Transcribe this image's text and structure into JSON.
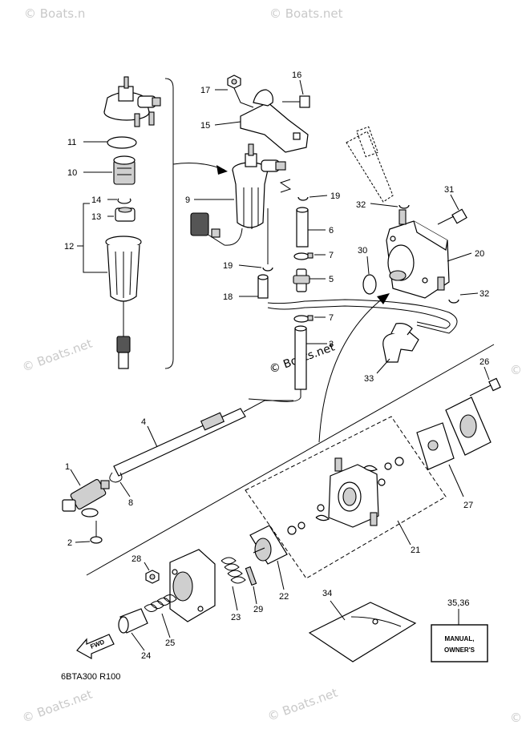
{
  "watermarks": {
    "top_left": "© Boats.n",
    "top_right": "© Boats.net",
    "mid_left": "© Boats.net",
    "center": "© Boats.net",
    "mid_right": "©",
    "bottom_left": "© Boats.net",
    "bottom_center": "© Boats.net",
    "bottom_right": "©"
  },
  "diagram_code": "6BTA300 R100",
  "manual_label": {
    "line1": "MANUAL,",
    "line2": "OWNER'S"
  },
  "fwd_label": "FWD",
  "callouts": {
    "c1": "1",
    "c2": "2",
    "c3": "3",
    "c4": "4",
    "c5": "5",
    "c6": "6",
    "c7a": "7",
    "c7b": "7",
    "c8": "8",
    "c9": "9",
    "c10": "10",
    "c11": "11",
    "c12": "12",
    "c13": "13",
    "c14": "14",
    "c15": "15",
    "c16": "16",
    "c17": "17",
    "c18": "18",
    "c19a": "19",
    "c19b": "19",
    "c20": "20",
    "c21": "21",
    "c22": "22",
    "c23": "23",
    "c24": "24",
    "c25": "25",
    "c26": "26",
    "c27": "27",
    "c28": "28",
    "c29": "29",
    "c30": "30",
    "c31": "31",
    "c32a": "32",
    "c32b": "32",
    "c33": "33",
    "c34": "34",
    "c3536": "35,36"
  }
}
